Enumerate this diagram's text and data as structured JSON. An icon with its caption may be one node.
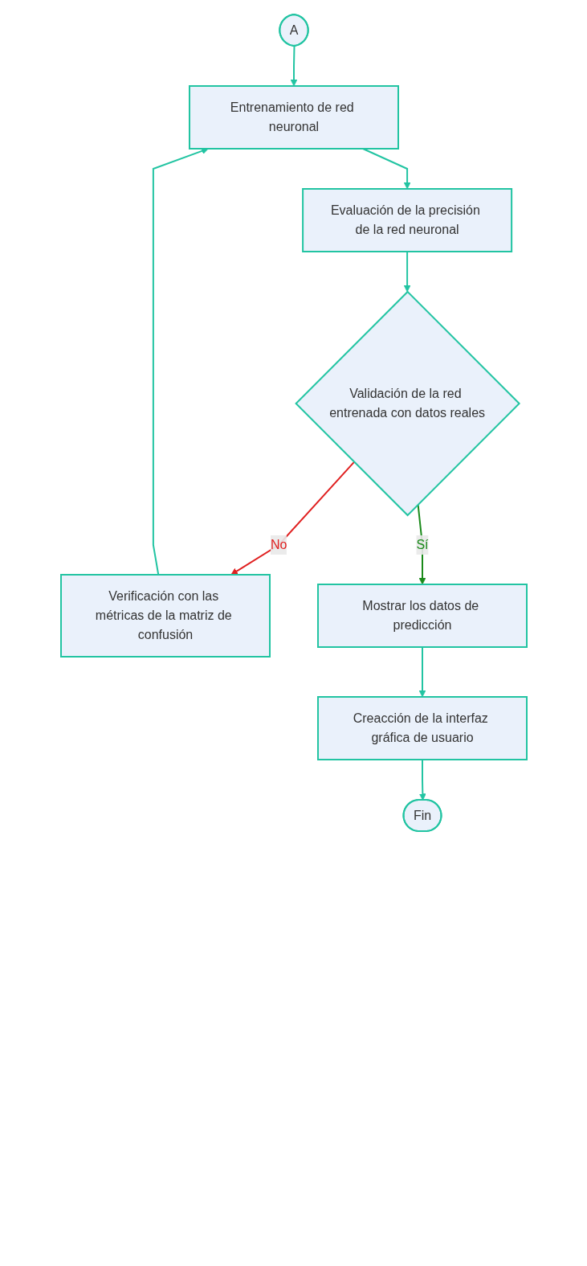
{
  "diagram": {
    "nodes": [
      {
        "text": [
          "A"
        ]
      },
      {
        "text": [
          "Entrenamiento de red neuronal"
        ]
      },
      {
        "text": [
          "Evaluación de la precisión de la red neuronal"
        ]
      },
      {
        "text": [
          "Validación de la red entrenada con datos reales"
        ]
      },
      {
        "text": [
          "Verificación con las métricas de la matriz de confusión"
        ]
      },
      {
        "text": [
          "Mostrar los datos de predicción"
        ]
      },
      {
        "text": [
          "Creacción de la interfaz gráfica de usuario"
        ]
      },
      {
        "text": [
          "Fin"
        ]
      }
    ],
    "edges": [
      {
        "from": 0,
        "to": 1,
        "arrow": "to"
      },
      {
        "from": 1,
        "to": 2,
        "arrow": "to"
      },
      {
        "from": 2,
        "to": 3,
        "arrow": "to"
      },
      {
        "from": 3,
        "to": 4,
        "arrow": "to",
        "label": "No",
        "color": "#e02020"
      },
      {
        "from": 4,
        "to": 1,
        "arrow": "to"
      },
      {
        "from": 3,
        "to": 5,
        "arrow": "to",
        "label": "Sí",
        "color": "#1a8a1a"
      },
      {
        "from": 5,
        "to": 6,
        "arrow": "to"
      },
      {
        "from": 6,
        "to": 7,
        "arrow": "to"
      }
    ]
  }
}
